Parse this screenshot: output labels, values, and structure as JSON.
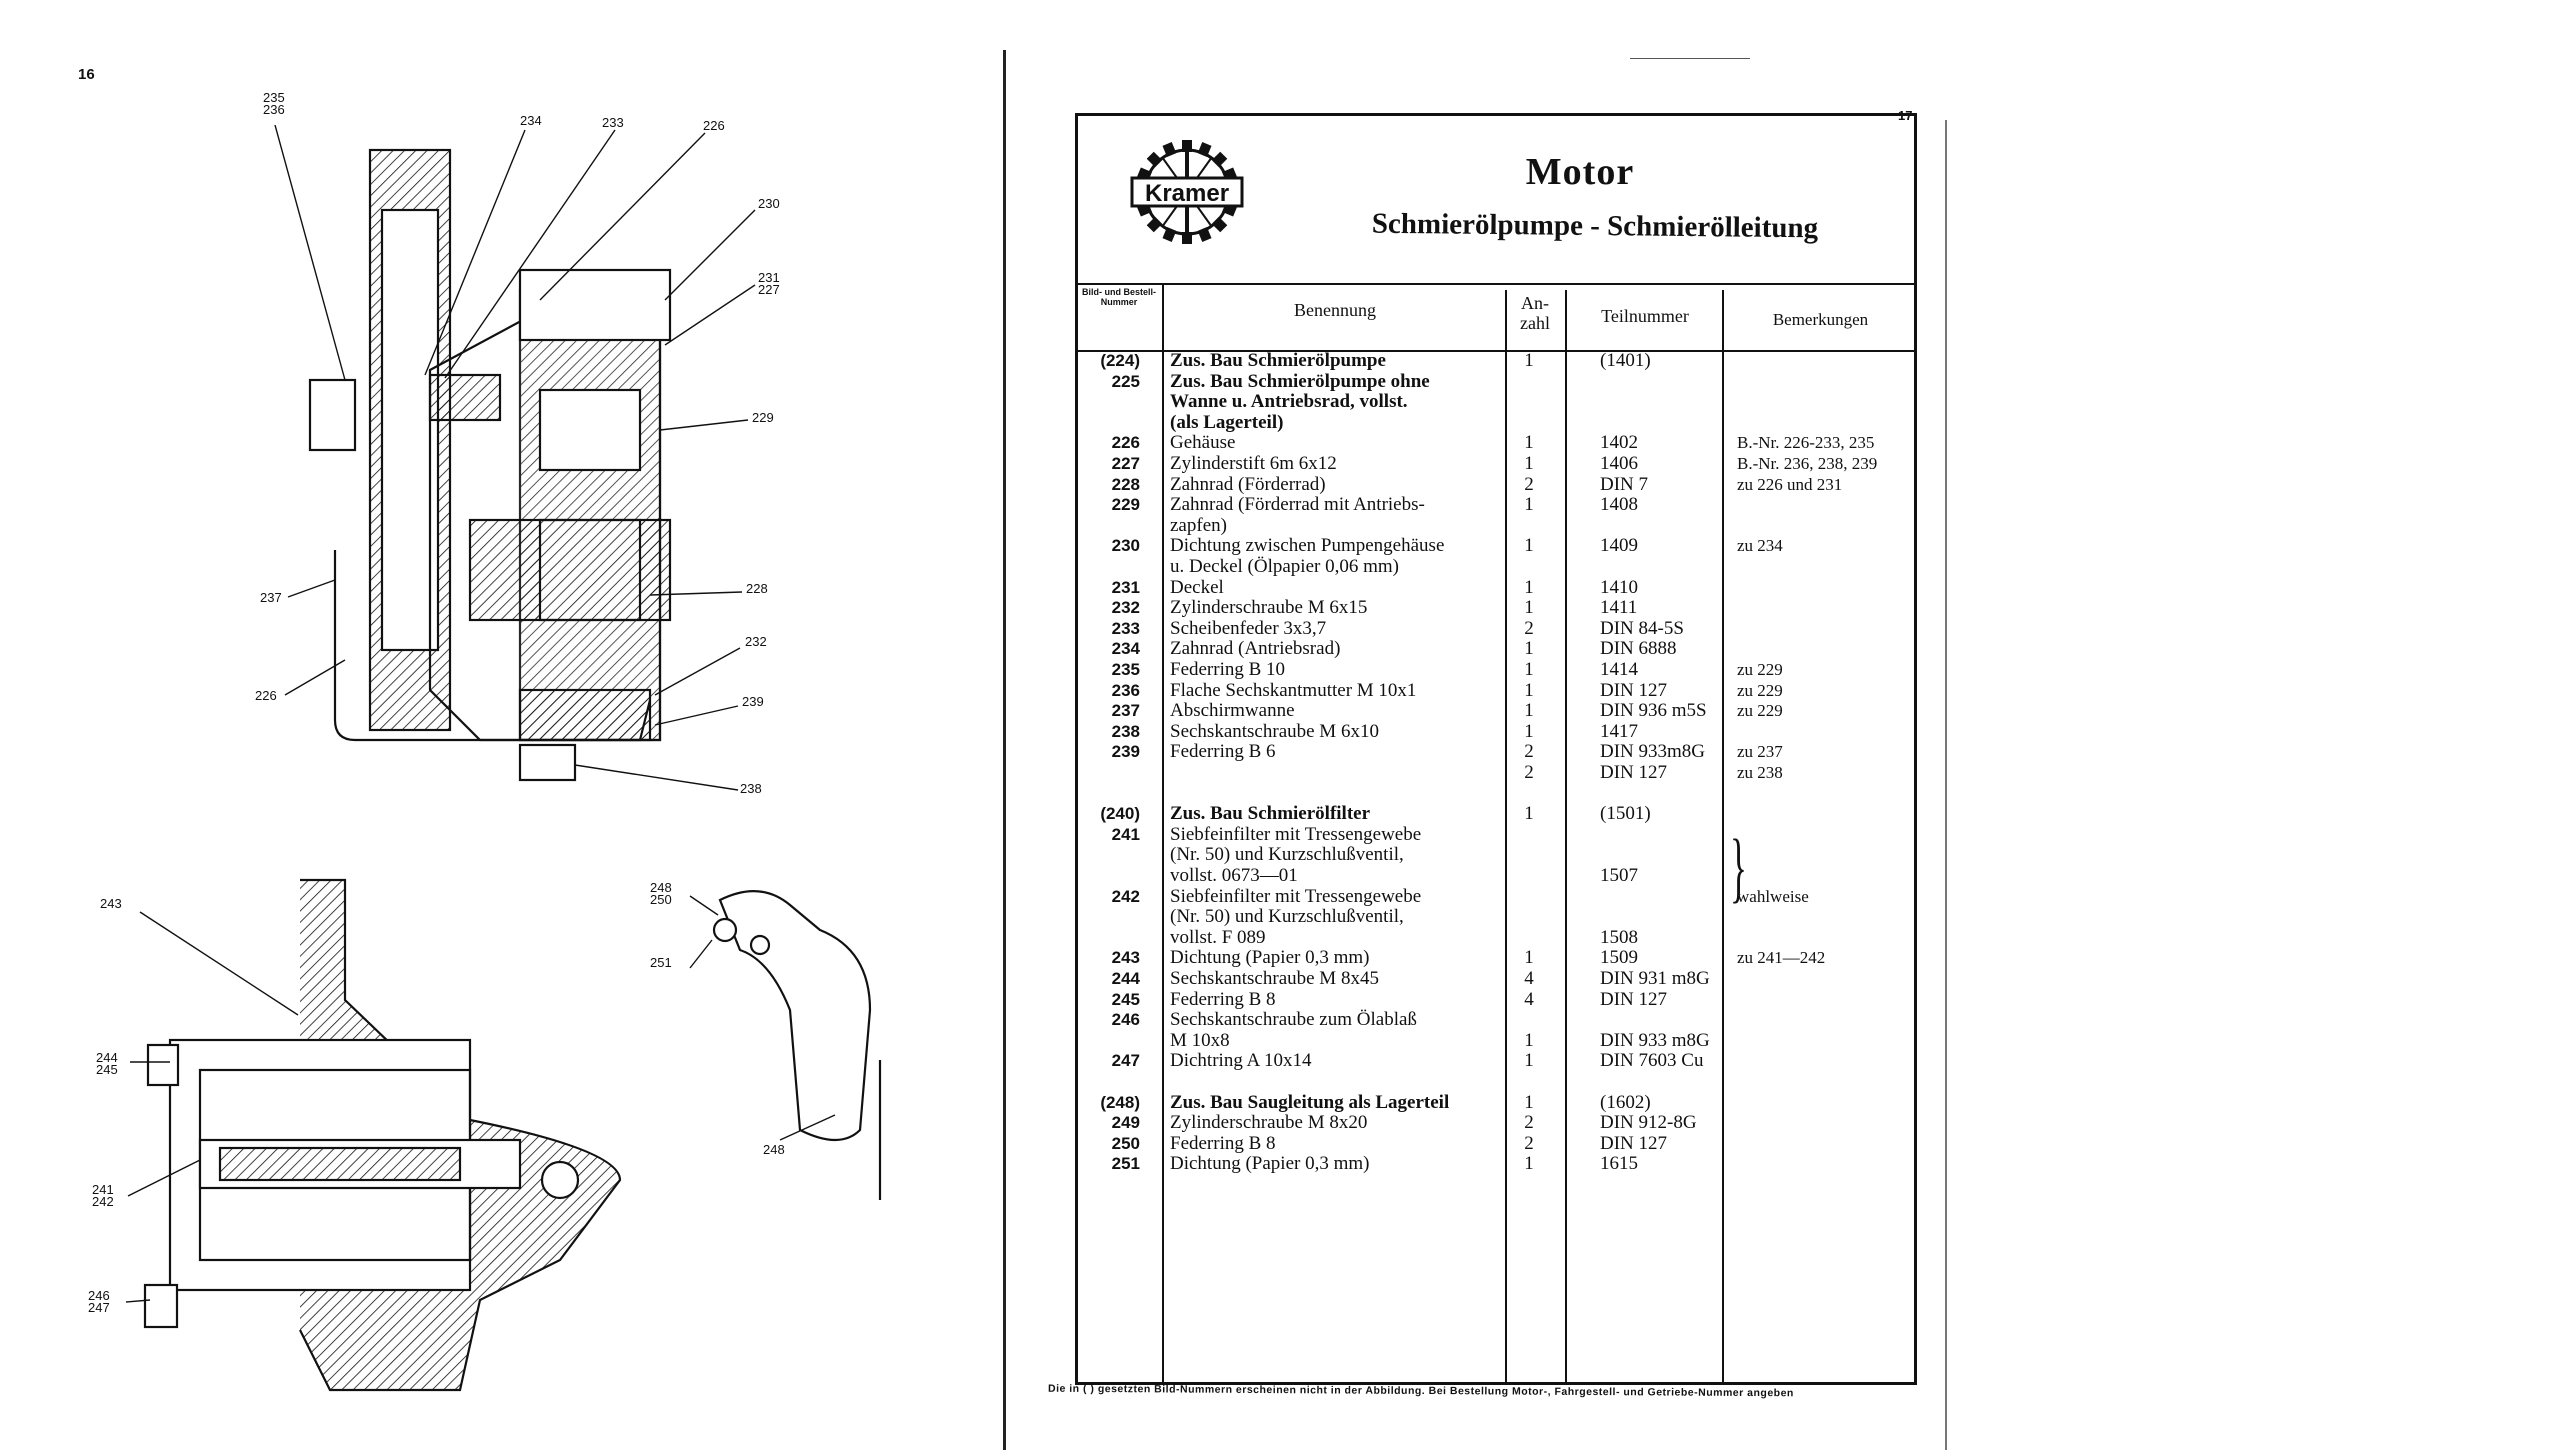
{
  "left_page": {
    "page_number": "16",
    "callouts": [
      "235\n236",
      "234",
      "233",
      "226",
      "230",
      "231\n227",
      "229",
      "237",
      "228",
      "232",
      "226",
      "239",
      "238",
      "243",
      "248\n250",
      "251",
      "244\n245",
      "241\n242",
      "246\n247",
      "248"
    ]
  },
  "right_page": {
    "page_number": "17",
    "logo_text": "Kramer",
    "title": "Motor",
    "subtitle": "Schmierölpumpe - Schmierölleitung",
    "headers": {
      "nr": "Bild- und Bestell- Nummer",
      "name": "Benennung",
      "anzahl": "An- zahl",
      "teilnummer": "Teilnummer",
      "bemerkungen": "Bemerkungen"
    },
    "rows": [
      {
        "nr": "(224)",
        "name": "Zus. Bau Schmierölpumpe",
        "anz": "1",
        "teil": "(1401)",
        "bem": "",
        "bold": true
      },
      {
        "nr": "225",
        "name": "Zus. Bau Schmierölpumpe ohne",
        "anz": "",
        "teil": "",
        "bem": "",
        "bold": true
      },
      {
        "nr": "",
        "name": "Wanne u. Antriebsrad, vollst.",
        "anz": "",
        "teil": "",
        "bem": "",
        "bold": true
      },
      {
        "nr": "",
        "name": "(als Lagerteil)",
        "anz": "",
        "teil": "",
        "bem": "",
        "bold": true
      },
      {
        "nr": "226",
        "name": "Gehäuse",
        "anz": "1",
        "teil": "1402",
        "bem": "B.-Nr. 226-233, 235"
      },
      {
        "nr": "227",
        "name": "Zylinderstift 6m 6x12",
        "anz": "1",
        "teil": "1406",
        "bem": "B.-Nr. 236, 238, 239"
      },
      {
        "nr": "228",
        "name": "Zahnrad (Förderrad)",
        "anz": "2",
        "teil": "DIN 7",
        "bem": "zu 226 und 231"
      },
      {
        "nr": "229",
        "name": "Zahnrad (Förderrad mit Antriebs-",
        "anz": "1",
        "teil": "1408",
        "bem": ""
      },
      {
        "nr": "",
        "name": "zapfen)",
        "anz": "",
        "teil": "",
        "bem": ""
      },
      {
        "nr": "230",
        "name": "Dichtung zwischen Pumpengehäuse",
        "anz": "1",
        "teil": "1409",
        "bem": "zu 234"
      },
      {
        "nr": "",
        "name": "u. Deckel (Ölpapier 0,06 mm)",
        "anz": "",
        "teil": "",
        "bem": ""
      },
      {
        "nr": "231",
        "name": "Deckel",
        "anz": "1",
        "teil": "1410",
        "bem": ""
      },
      {
        "nr": "232",
        "name": "Zylinderschraube M 6x15",
        "anz": "1",
        "teil": "1411",
        "bem": ""
      },
      {
        "nr": "233",
        "name": "Scheibenfeder 3x3,7",
        "anz": "2",
        "teil": "DIN 84-5S",
        "bem": ""
      },
      {
        "nr": "234",
        "name": "Zahnrad (Antriebsrad)",
        "anz": "1",
        "teil": "DIN 6888",
        "bem": ""
      },
      {
        "nr": "235",
        "name": "Federring B 10",
        "anz": "1",
        "teil": "1414",
        "bem": "zu 229"
      },
      {
        "nr": "236",
        "name": "Flache Sechskantmutter M 10x1",
        "anz": "1",
        "teil": "DIN 127",
        "bem": "zu 229"
      },
      {
        "nr": "237",
        "name": "Abschirmwanne",
        "anz": "1",
        "teil": "DIN 936 m5S",
        "bem": "zu 229"
      },
      {
        "nr": "238",
        "name": "Sechskantschraube M 6x10",
        "anz": "1",
        "teil": "1417",
        "bem": ""
      },
      {
        "nr": "239",
        "name": "Federring B 6",
        "anz": "2",
        "teil": "DIN 933m8G",
        "bem": "zu 237"
      },
      {
        "nr": "",
        "name": "",
        "anz": "2",
        "teil": "DIN 127",
        "bem": "zu 238"
      },
      {
        "nr": "",
        "name": "",
        "anz": "",
        "teil": "",
        "bem": ""
      },
      {
        "nr": "(240)",
        "name": "Zus. Bau Schmierölfilter",
        "anz": "1",
        "teil": "(1501)",
        "bem": "",
        "bold": true
      },
      {
        "nr": "241",
        "name": "Siebfeinfilter mit Tressengewebe",
        "anz": "",
        "teil": "",
        "bem": ""
      },
      {
        "nr": "",
        "name": "(Nr. 50) und Kurzschlußventil,",
        "anz": "",
        "teil": "",
        "bem": ""
      },
      {
        "nr": "",
        "name": "vollst. 0673—01",
        "anz": "",
        "teil": "1507",
        "bem": ""
      },
      {
        "nr": "242",
        "name": "Siebfeinfilter mit Tressengewebe",
        "anz": "",
        "teil": "",
        "bem": "wahlweise"
      },
      {
        "nr": "",
        "name": "(Nr. 50) und Kurzschlußventil,",
        "anz": "",
        "teil": "",
        "bem": ""
      },
      {
        "nr": "",
        "name": "vollst. F 089",
        "anz": "",
        "teil": "1508",
        "bem": ""
      },
      {
        "nr": "243",
        "name": "Dichtung (Papier 0,3 mm)",
        "anz": "1",
        "teil": "1509",
        "bem": "zu 241—242"
      },
      {
        "nr": "244",
        "name": "Sechskantschraube M 8x45",
        "anz": "4",
        "teil": "DIN 931 m8G",
        "bem": ""
      },
      {
        "nr": "245",
        "name": "Federring B 8",
        "anz": "4",
        "teil": "DIN 127",
        "bem": ""
      },
      {
        "nr": "246",
        "name": "Sechskantschraube zum Ölablaß",
        "anz": "",
        "teil": "",
        "bem": ""
      },
      {
        "nr": "",
        "name": "M 10x8",
        "anz": "1",
        "teil": "DIN 933 m8G",
        "bem": ""
      },
      {
        "nr": "247",
        "name": "Dichtring A 10x14",
        "anz": "1",
        "teil": "DIN 7603 Cu",
        "bem": ""
      },
      {
        "nr": "",
        "name": "",
        "anz": "",
        "teil": "",
        "bem": ""
      },
      {
        "nr": "(248)",
        "name": "Zus. Bau Saugleitung als Lagerteil",
        "anz": "1",
        "teil": "(1602)",
        "bem": "",
        "bold": true
      },
      {
        "nr": "249",
        "name": "Zylinderschraube M 8x20",
        "anz": "2",
        "teil": "DIN 912-8G",
        "bem": ""
      },
      {
        "nr": "250",
        "name": "Federring B 8",
        "anz": "2",
        "teil": "DIN 127",
        "bem": ""
      },
      {
        "nr": "251",
        "name": "Dichtung (Papier 0,3 mm)",
        "anz": "1",
        "teil": "1615",
        "bem": ""
      }
    ],
    "footer": "Die in ( ) gesetzten Bild-Nummern erscheinen nicht in der Abbildung. Bei Bestellung Motor-, Fahrgestell- und Getriebe-Nummer angeben"
  }
}
